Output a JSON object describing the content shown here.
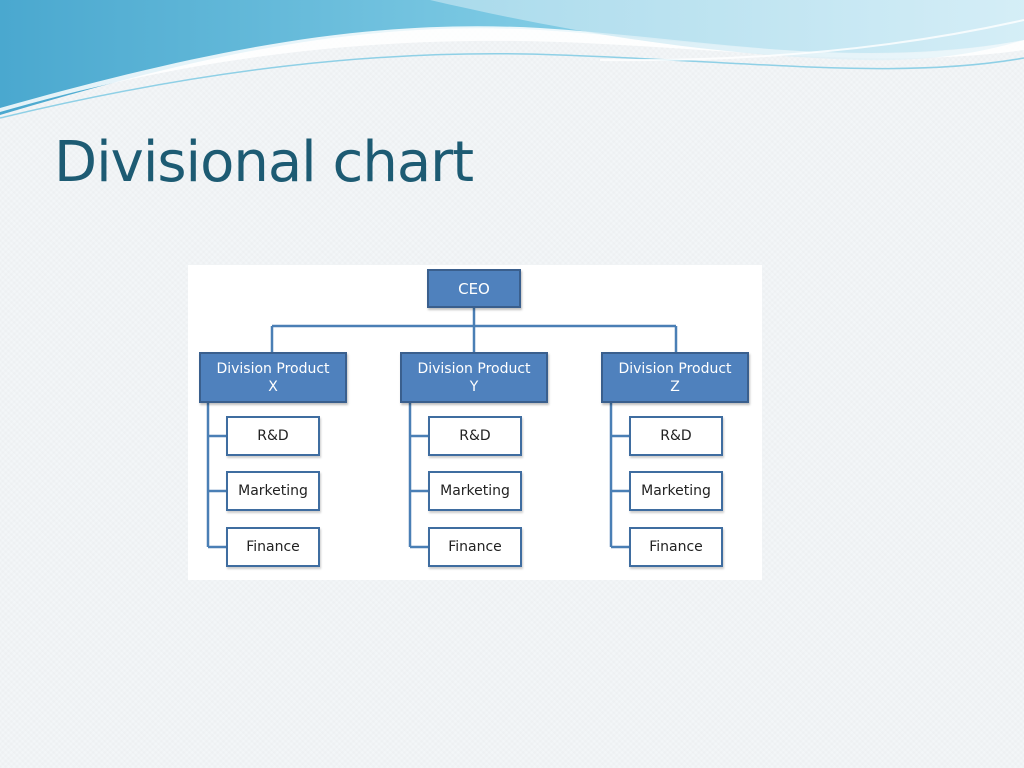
{
  "slide": {
    "title": "Divisional chart"
  },
  "org_chart": {
    "root": {
      "label": "CEO"
    },
    "divisions": [
      {
        "line1": "Division Product",
        "line2": "X",
        "units": [
          "R&D",
          "Marketing",
          "Finance"
        ]
      },
      {
        "line1": "Division Product",
        "line2": "Y",
        "units": [
          "R&D",
          "Marketing",
          "Finance"
        ]
      },
      {
        "line1": "Division Product",
        "line2": "Z",
        "units": [
          "R&D",
          "Marketing",
          "Finance"
        ]
      }
    ]
  },
  "colors": {
    "title": "#1d5b73",
    "box_fill": "#4f81bd",
    "box_border": "#3a5f8d",
    "connector": "#4a7fb5",
    "wave": "#5bb7d6"
  }
}
